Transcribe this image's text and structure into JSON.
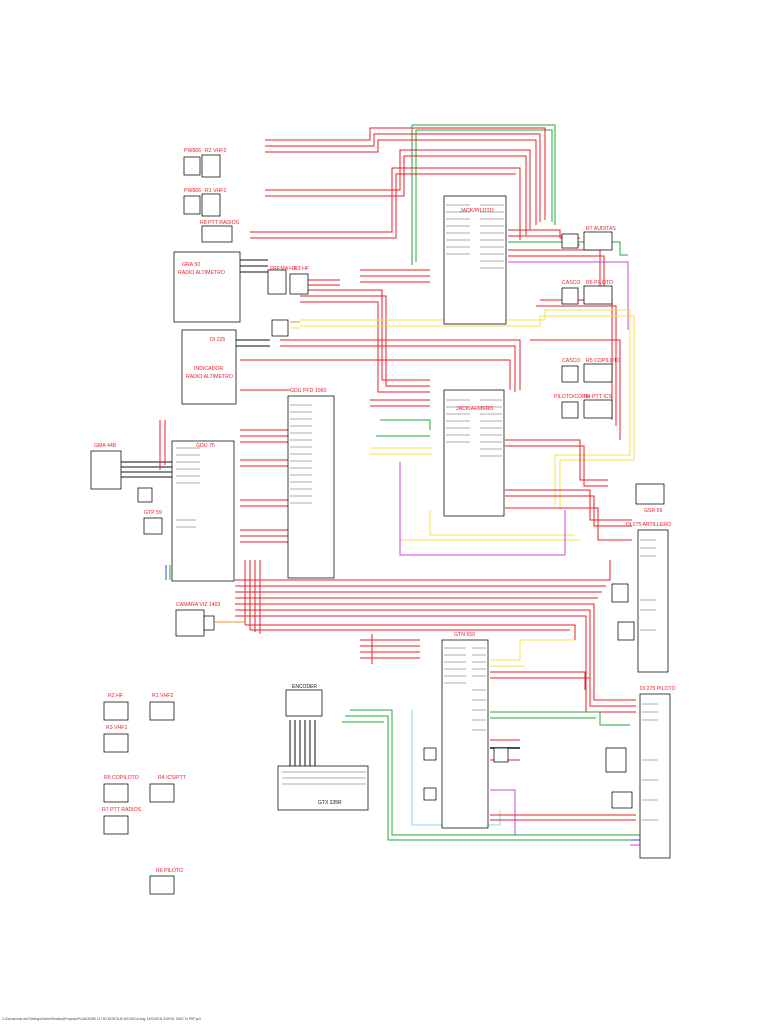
{
  "colors": {
    "wire_red": "#e8202a",
    "wire_green": "#22a83a",
    "wire_yellow": "#f4e04d",
    "wire_magenta": "#d040e0",
    "wire_orange": "#f0902a",
    "wire_cyan": "#7fd8f0",
    "wire_blue": "#3050e0",
    "wire_black": "#111111"
  },
  "components": {
    "pwr_top": "PW866",
    "r2_vhf2": "R2 VHF2",
    "pwr_mid": "PW866",
    "r1_vhf1": "R1 VHF1",
    "r8_ptt_radios": "R8 PTT RADIOS",
    "gra_title": "GRA 50",
    "gra_sub": "RADIO ALTIMETRO",
    "freq_hf": "FREMA HX",
    "r3_hf": "R3 HF",
    "ix_top": "DI 225",
    "indicador_1": "INDICADOR",
    "indicador_2": "RADIO ALTIMETRO",
    "gdu_pfd": "GDU PFD 1060",
    "gma": "GMA 44B",
    "gdu": "GDU 75",
    "gtp": "GTP 59",
    "camara": "CAMARA VIZ 1403",
    "jack_piloto": "JACK/PILOTO",
    "jack_armero": "JACK/ARMERO",
    "r7_auditas": "R7 AUDITAS",
    "casco_1": "CASCO",
    "r6_piloto": "R6 PILOTO",
    "casco_2": "CASCO",
    "r5_copiloto": "R5 COPILOTO",
    "piloto_copil": "PILOTO/COPIL",
    "r4_ptt_ics": "R4 PTT ICS",
    "gsr": "GSR 56",
    "ix_artillero": "DI 275 ARTILLERO",
    "ix_piloto": "DI 275 PILOTO",
    "gtn": "GTN 650",
    "encoder": "ENCODER",
    "gtx": "GTX 335R",
    "l_r2_hf": "R2 HF",
    "l_r1_vhf2": "R1 VHF2",
    "l_r3_vhf1": "R3 VHF1",
    "l_r5_copiloto": "R5 COPILOTO",
    "l_r4_ics_ptt": "R4 ICS/PTT",
    "l_r7_ptt_radios": "R7 PTT RADIOS",
    "l_r6_piloto": "R6 PILOTO"
  },
  "footer": "C:\\Documents and Settings\\Owner\\Desktop\\Proyecto\\PLANOS\\BK 117 B2 MONTAJE AVIONICA.dwg, 14/04/2011 8:59:53, DWG To PDF.pc3"
}
